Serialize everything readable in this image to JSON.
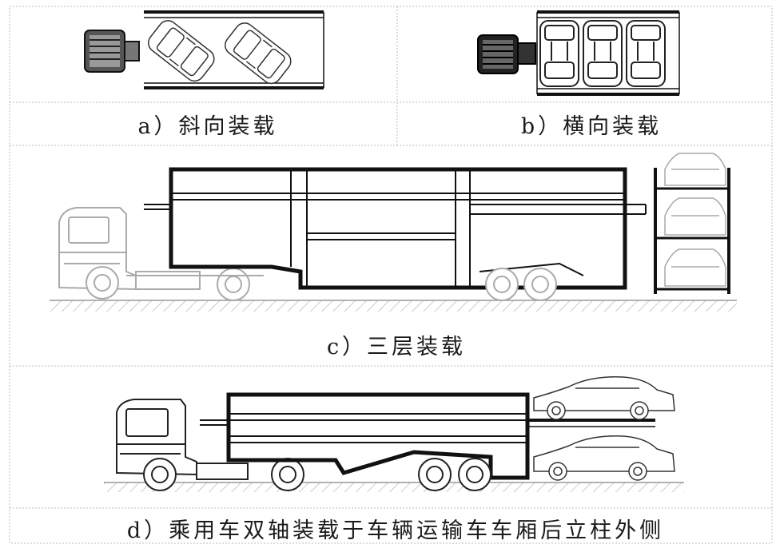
{
  "captions": {
    "a": "a）斜向装载",
    "b": "b）横向装载",
    "c": "c）三层装载",
    "d": "d）乘用车双轴装载于车辆运输车车厢后立柱外侧"
  },
  "colors": {
    "line": "#111111",
    "light_line": "#9a9a9a",
    "divider": "#bdbdbd"
  },
  "icons": [
    "truck-head-icon",
    "car-top-icon",
    "car-front-icon",
    "car-side-icon",
    "trailer-box-icon"
  ]
}
